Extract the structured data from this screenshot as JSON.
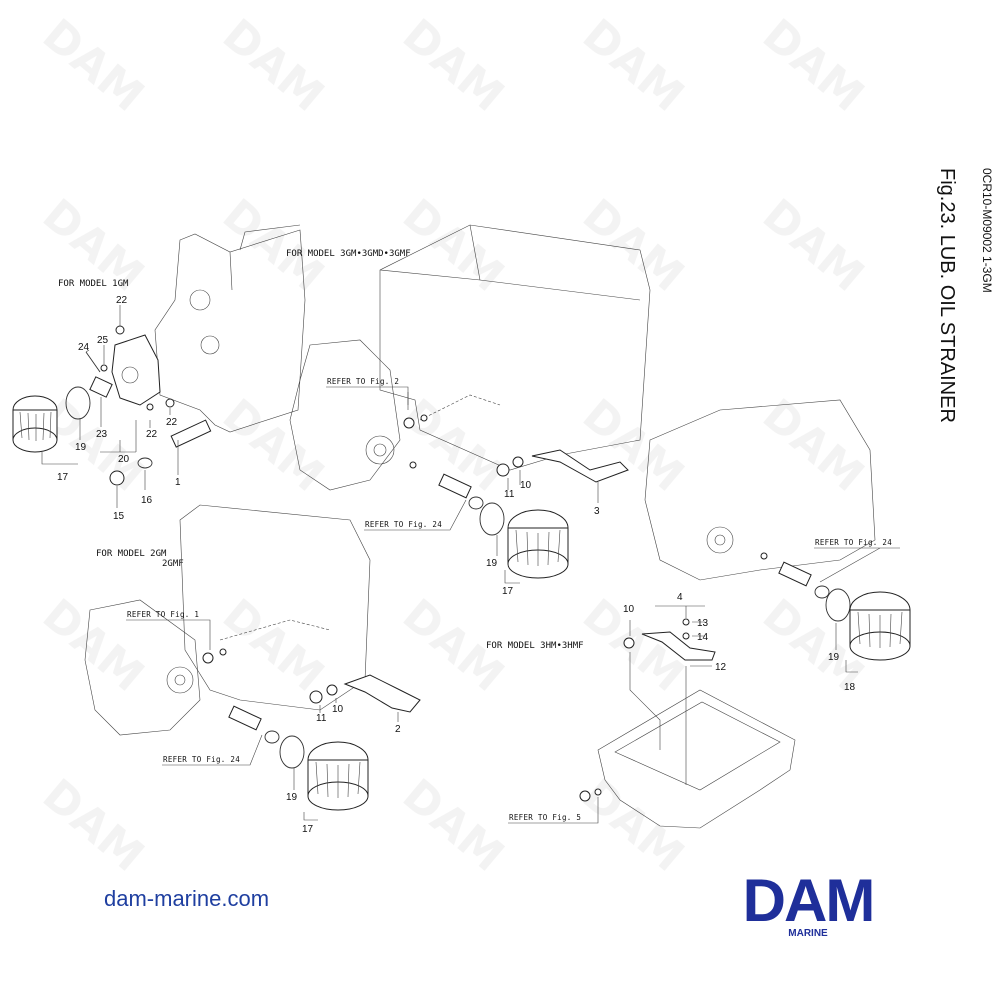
{
  "header": {
    "figure_title": "Fig.23. LUB. OIL STRAINER",
    "doc_code": "0CR10-M09002   1-3GM"
  },
  "watermark": {
    "text": "DAM"
  },
  "sections": {
    "model_1gm": {
      "label": "FOR MODEL 1GM"
    },
    "model_2gm": {
      "label_line1": "FOR MODEL 2GM",
      "label_line2": "2GMF"
    },
    "model_3gm": {
      "label": "FOR MODEL 3GM•3GMD•3GMF"
    },
    "model_3hm": {
      "label": "FOR MODEL 3HM•3HMF"
    }
  },
  "references": {
    "fig2": "REFER TO Fig. 2",
    "fig24_a": "REFER TO Fig. 24",
    "fig24_b": "REFER TO Fig. 24",
    "fig24_c": "REFER TO Fig. 24",
    "fig1": "REFER TO Fig. 1",
    "fig5": "REFER TO Fig. 5"
  },
  "part_numbers": {
    "p1gm": [
      "22",
      "25",
      "24",
      "23",
      "20",
      "22",
      "22",
      "19",
      "17",
      "1",
      "16",
      "15"
    ],
    "p3gm": [
      "11",
      "10",
      "3",
      "19",
      "17"
    ],
    "p2gm": [
      "11",
      "10",
      "2",
      "19",
      "17"
    ],
    "p3hm": [
      "4",
      "10",
      "13",
      "14",
      "12",
      "19",
      "18"
    ]
  },
  "footer": {
    "website": "dam-marine.com",
    "logo_word": "DAM",
    "logo_sub": "MARINE"
  },
  "colors": {
    "brand_blue": "#1f2f9a",
    "link_blue": "#1f3fa0"
  }
}
